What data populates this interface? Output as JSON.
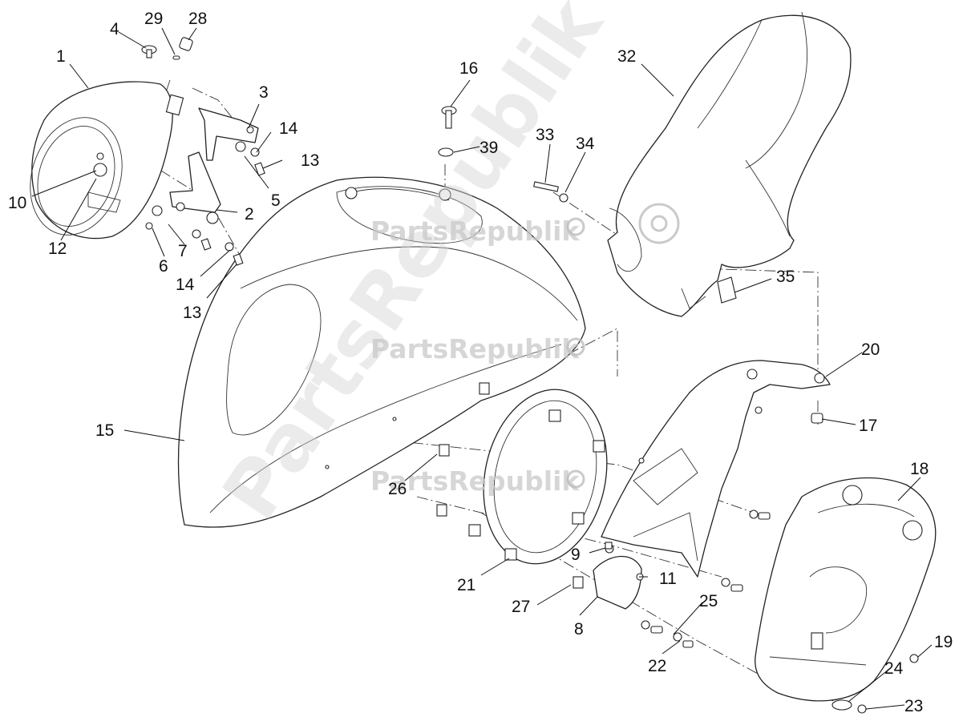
{
  "watermark": {
    "text": "PartsRepublik",
    "big_text": "PartsRepublik",
    "color": "#c9c9c9"
  },
  "callouts": [
    {
      "id": "1",
      "label": "1"
    },
    {
      "id": "2",
      "label": "2"
    },
    {
      "id": "3",
      "label": "3"
    },
    {
      "id": "4",
      "label": "4"
    },
    {
      "id": "5",
      "label": "5"
    },
    {
      "id": "6",
      "label": "6"
    },
    {
      "id": "7",
      "label": "7"
    },
    {
      "id": "8",
      "label": "8"
    },
    {
      "id": "9",
      "label": "9"
    },
    {
      "id": "10",
      "label": "10"
    },
    {
      "id": "11",
      "label": "11"
    },
    {
      "id": "12",
      "label": "12"
    },
    {
      "id": "13a",
      "label": "13"
    },
    {
      "id": "13b",
      "label": "13"
    },
    {
      "id": "14a",
      "label": "14"
    },
    {
      "id": "14b",
      "label": "14"
    },
    {
      "id": "15",
      "label": "15"
    },
    {
      "id": "16",
      "label": "16"
    },
    {
      "id": "17",
      "label": "17"
    },
    {
      "id": "18",
      "label": "18"
    },
    {
      "id": "19",
      "label": "19"
    },
    {
      "id": "20",
      "label": "20"
    },
    {
      "id": "21",
      "label": "21"
    },
    {
      "id": "22",
      "label": "22"
    },
    {
      "id": "23",
      "label": "23"
    },
    {
      "id": "24",
      "label": "24"
    },
    {
      "id": "25",
      "label": "25"
    },
    {
      "id": "26",
      "label": "26"
    },
    {
      "id": "27",
      "label": "27"
    },
    {
      "id": "28",
      "label": "28"
    },
    {
      "id": "29",
      "label": "29"
    },
    {
      "id": "32",
      "label": "32"
    },
    {
      "id": "33",
      "label": "33"
    },
    {
      "id": "34",
      "label": "34"
    },
    {
      "id": "35",
      "label": "35"
    },
    {
      "id": "39",
      "label": "39"
    }
  ]
}
